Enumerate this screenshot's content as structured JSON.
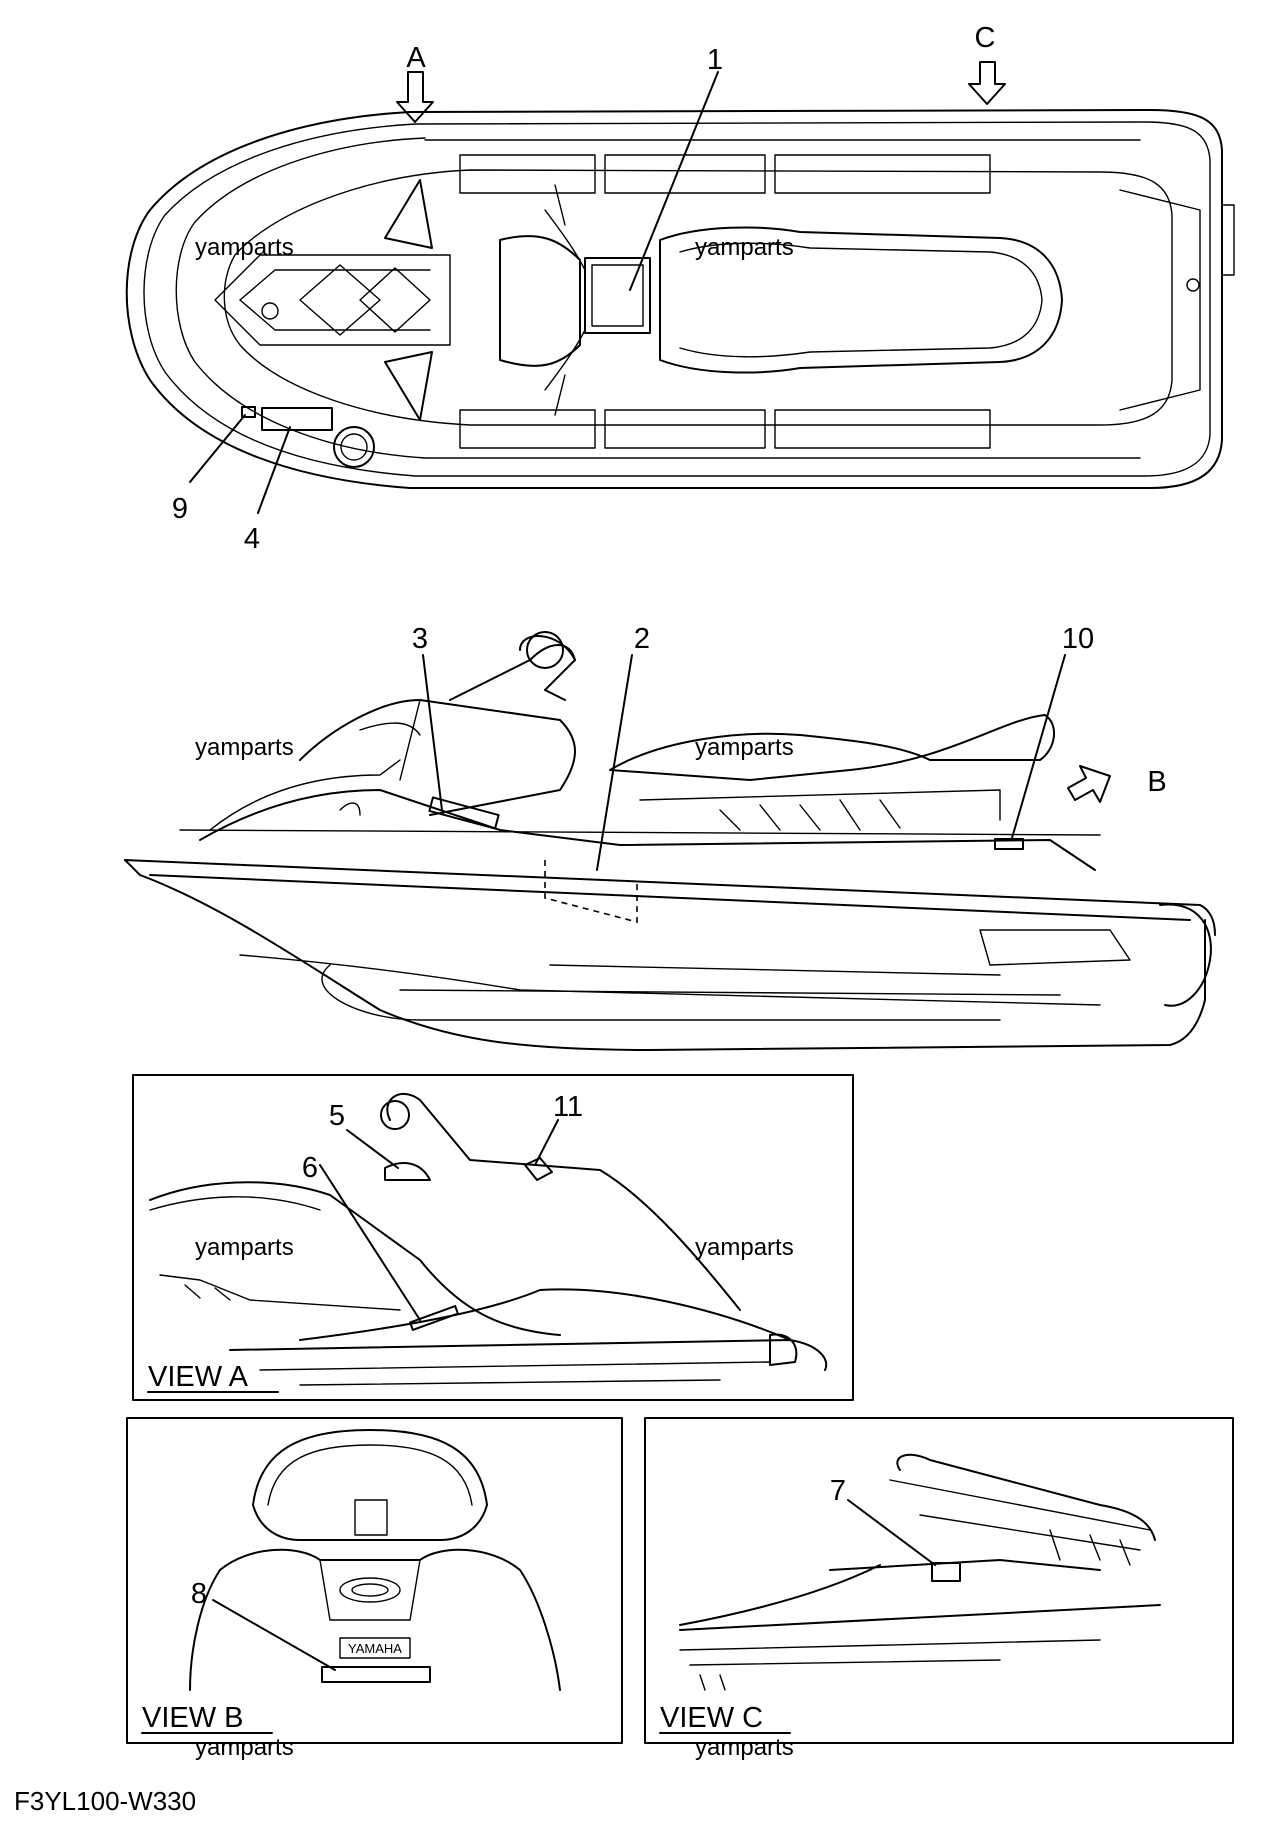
{
  "diagram": {
    "callouts": {
      "c1": "1",
      "c2": "2",
      "c3": "3",
      "c4": "4",
      "c5": "5",
      "c6": "6",
      "c7": "7",
      "c8": "8",
      "c9": "9",
      "c10": "10",
      "c11": "11"
    },
    "view_arrows": {
      "a": "A",
      "b": "B",
      "c": "C"
    },
    "watermark": "yamparts",
    "views": {
      "a": "VIEW A",
      "b": "VIEW B",
      "c": "VIEW C"
    },
    "brand_plate": "YAMAHA",
    "figure_code": "F3YL100-W330"
  }
}
